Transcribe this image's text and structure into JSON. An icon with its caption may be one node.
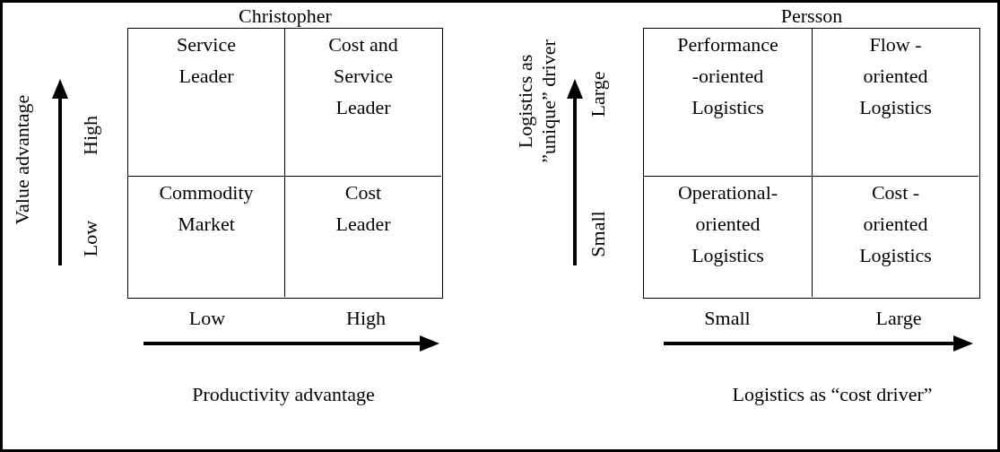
{
  "diagram": {
    "nodes": [
      {
        "text": [
          "Christopher"
        ]
      },
      {
        "text": [
          "Service Leader"
        ],
        "in": 0
      },
      {
        "text": [
          "Cost and Service Leader"
        ],
        "in": 0
      },
      {
        "text": [
          "Commodity Market"
        ],
        "in": 0
      },
      {
        "text": [
          "Cost Leader"
        ],
        "in": 0
      },
      {
        "text": [
          "Persson"
        ]
      },
      {
        "text": [
          "Performance -oriented Logistics"
        ],
        "in": 5
      },
      {
        "text": [
          "Flow -oriented Logistics"
        ],
        "in": 5
      },
      {
        "text": [
          "Operational- oriented Logistics"
        ],
        "in": 5
      },
      {
        "text": [
          "Cost -oriented Logistics"
        ],
        "in": 5
      }
    ],
    "edges": [],
    "labels": [
      "Value advantage",
      "High",
      "Low",
      "Low",
      "High",
      "Productivity advantage",
      "Logistics as ”unique” driver",
      "Large",
      "Small",
      "Small",
      "Large",
      "Logistics as “cost driver”"
    ]
  }
}
